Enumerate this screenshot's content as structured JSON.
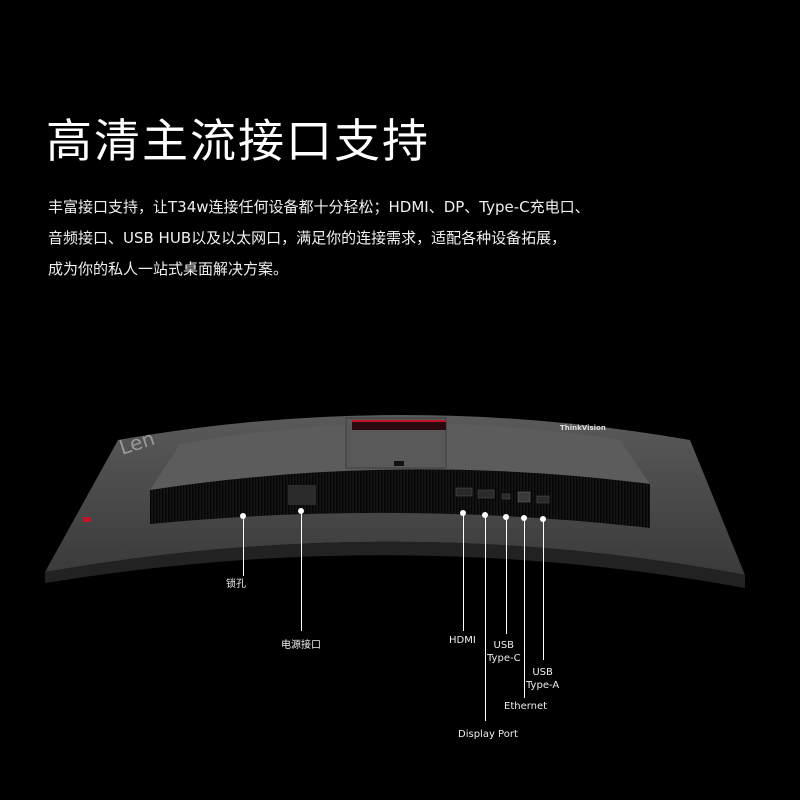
{
  "header": {
    "title": "高清主流接口支持",
    "description_lines": [
      "丰富接口支持，让T34w连接任何设备都十分轻松；HDMI、DP、Type-C充电口、",
      "音频接口、USB HUB以及以太网口，满足你的连接需求，适配各种设备拓展，",
      "成为你的私人一站式桌面解决方案。"
    ]
  },
  "product": {
    "brand_left": "Len",
    "brand_right": "ThinkVision",
    "accent_color": "#c0182a",
    "body_color": "#4a4a4a"
  },
  "callouts": [
    {
      "id": "lock",
      "label": "锁孔"
    },
    {
      "id": "power",
      "label": "电源接口"
    },
    {
      "id": "hdmi",
      "label": "HDMI"
    },
    {
      "id": "displayport",
      "label": "Display Port"
    },
    {
      "id": "usbc",
      "label_line1": "USB",
      "label_line2": "Type-C"
    },
    {
      "id": "ethernet",
      "label": "Ethernet"
    },
    {
      "id": "usba",
      "label_line1": "USB",
      "label_line2": "Type-A"
    }
  ]
}
